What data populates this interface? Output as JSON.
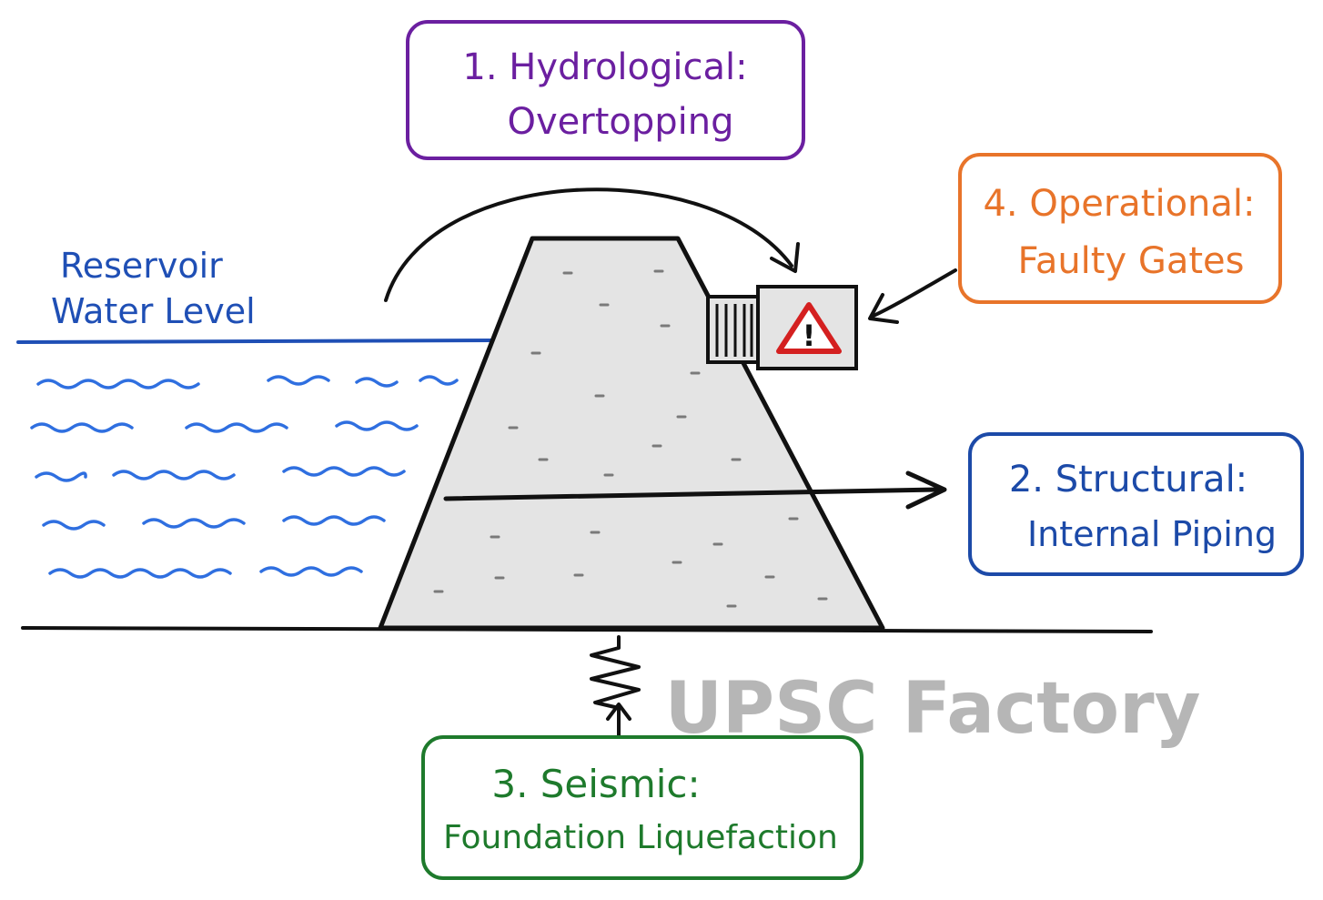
{
  "reservoir": {
    "label_line1": "Reservoir",
    "label_line2": "Water Level",
    "color": "#1f4fb5",
    "water_color": "#2f6fe0"
  },
  "callouts": {
    "hydrological": {
      "line1": "1. Hydrological:",
      "line2": "Overtopping",
      "color": "#6b1fa0"
    },
    "structural": {
      "line1": "2. Structural:",
      "line2": "Internal Piping",
      "color": "#1c4aa8"
    },
    "seismic": {
      "line1": "3.  Seismic:",
      "line2": "Foundation Liquefaction",
      "color": "#1e7a2c"
    },
    "operational": {
      "line1": "4. Operational:",
      "line2": "Faulty Gates",
      "color": "#e8742a"
    }
  },
  "gate": {
    "warning_symbol": "!",
    "warning_color": "#d42020"
  },
  "dam": {
    "fill": "#e4e4e4",
    "stroke": "#111111"
  },
  "watermark": {
    "text": "UPSC Factory"
  }
}
